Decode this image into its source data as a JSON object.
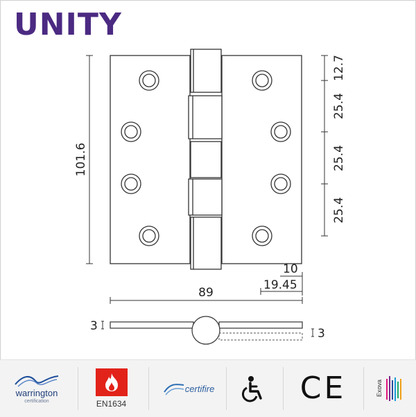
{
  "brand": {
    "name": "UNITY",
    "color": "#4b2a82"
  },
  "dimensions": {
    "height": "101.6",
    "hole_spacing": [
      "12.7",
      "25.4",
      "25.4",
      "25.4"
    ],
    "knuckle_width": "10",
    "knuckle_offset": "19.45",
    "leaf_width": "89",
    "leaf_thickness_left": "3",
    "leaf_thickness_right": "3"
  },
  "certifications": {
    "warrington": {
      "label": "warrington",
      "sub": "certification",
      "icon": "warrington-wave-logo"
    },
    "fire": {
      "label": "EN1634",
      "icon": "flame-icon",
      "color": "#e2231a"
    },
    "certifire": {
      "label": "certifire",
      "icon": "certifire-swoosh-logo"
    },
    "wheelchair": {
      "icon": "wheelchair-icon"
    },
    "ce": {
      "label": "CE",
      "icon": "ce-mark"
    },
    "exova": {
      "label": "Exova",
      "icon": "exova-bars-logo"
    }
  }
}
